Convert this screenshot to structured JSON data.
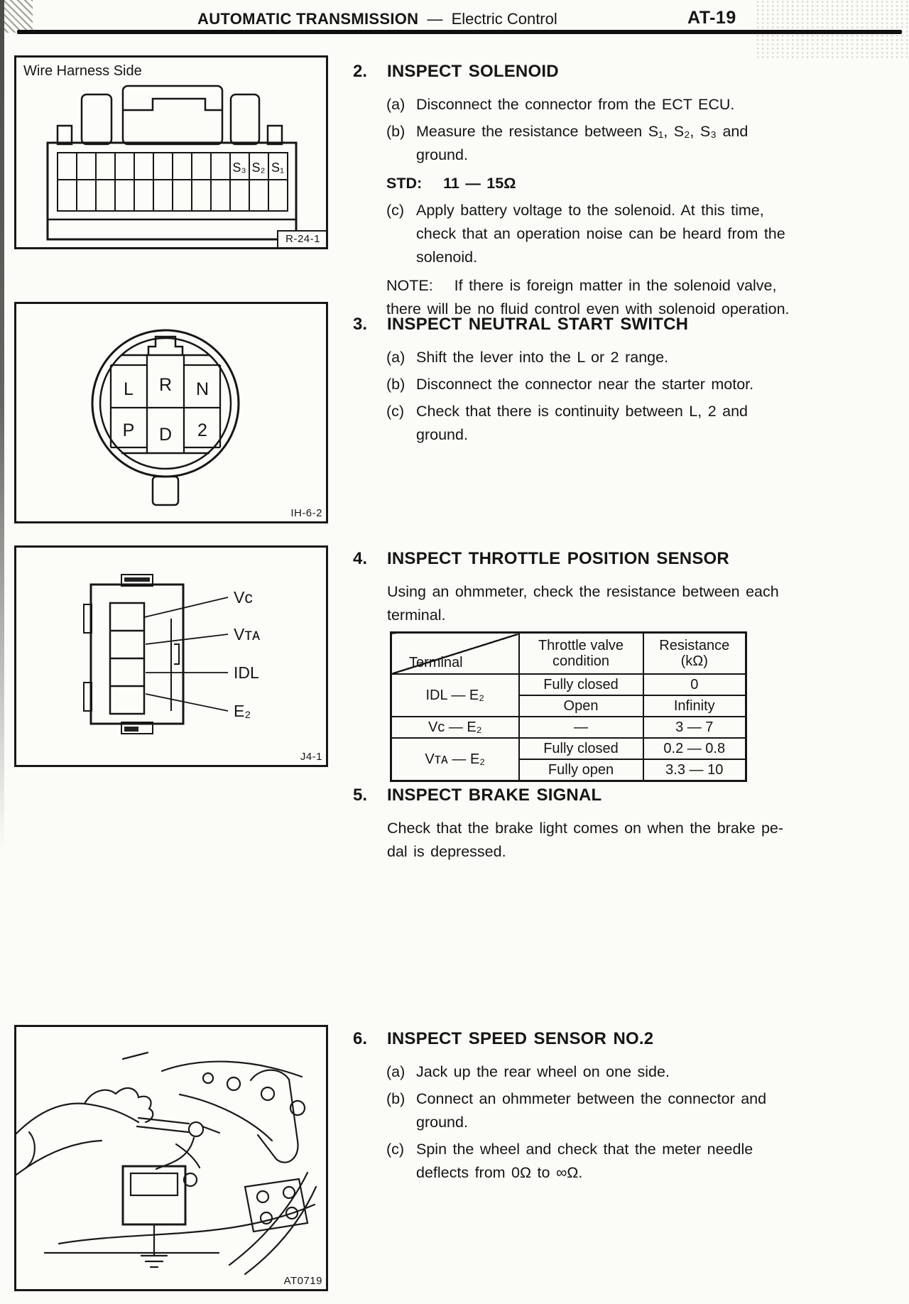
{
  "header": {
    "section_title": "AUTOMATIC TRANSMISSION",
    "separator": "—",
    "chapter": "Electric Control",
    "page_number": "AT-19"
  },
  "figures": {
    "solenoid_connector": {
      "label": "Wire Harness Side",
      "pins": [
        "S₃",
        "S₂",
        "S₁"
      ],
      "caption": "R-24-1"
    },
    "neutral_start_switch": {
      "positions": [
        "L",
        "R",
        "N",
        "P",
        "D",
        "2"
      ],
      "caption": "IH-6-2"
    },
    "throttle_position_sensor": {
      "pins": [
        "Vᴄ",
        "Vᴛᴀ",
        "IDL",
        "E₂"
      ],
      "caption": "J4-1"
    },
    "speed_sensor": {
      "caption": "AT0719"
    }
  },
  "sections": [
    {
      "number": "2.",
      "title": "INSPECT SOLENOID",
      "items": [
        {
          "marker": "(a)",
          "text": "Disconnect the connector from the ECT ECU."
        },
        {
          "marker": "(b)",
          "text": "Measure the resistance between S₁, S₂, S₃ and\nground."
        },
        {
          "spec": "STD: Ⅰ11 — 15Ω"
        },
        {
          "marker": "(c)",
          "text": "Apply battery voltage to the solenoid. At this time,\ncheck that an operation noise can be heard from the\nsolenoid."
        },
        {
          "note": "NOTE: ⅠIf there is foreign matter in the solenoid valve,\nthere will be no fluid control even with solenoid operation."
        }
      ]
    },
    {
      "number": "3.",
      "title": "INSPECT NEUTRAL START SWITCH",
      "items": [
        {
          "marker": "(a)",
          "text": "Shift the lever into the L or 2 range."
        },
        {
          "marker": "(b)",
          "text": "Disconnect the connector near the starter motor."
        },
        {
          "marker": "(c)",
          "text": "Check that there is continuity between L, 2 and\nground."
        }
      ]
    },
    {
      "number": "4.",
      "title": "INSPECT THROTTLE POSITION SENSOR",
      "intro": "Using an ohmmeter, check the resistance between each\nterminal.",
      "table": {
        "corner_label": "Terminal",
        "col_headers": [
          "Throttle valve\ncondition",
          "Resistance (kΩ)"
        ],
        "rows": [
          {
            "terminal": "IDL — E₂",
            "conditions": [
              "Fully closed",
              "Open"
            ],
            "values": [
              "0",
              "Infinity"
            ]
          },
          {
            "terminal": "Vᴄ — E₂",
            "conditions": [
              "—"
            ],
            "values": [
              "3 — 7"
            ]
          },
          {
            "terminal": "Vᴛᴀ — E₂",
            "conditions": [
              "Fully closed",
              "Fully open"
            ],
            "values": [
              "0.2 — 0.8",
              "3.3 — 10"
            ]
          }
        ]
      }
    },
    {
      "number": "5.",
      "title": "INSPECT BRAKE SIGNAL",
      "intro": "Check that the brake light comes on when the brake pe-\ndal is depressed."
    },
    {
      "number": "6.",
      "title": "INSPECT SPEED SENSOR NO.2",
      "items": [
        {
          "marker": "(a)",
          "text": "Jack up the rear wheel on one side."
        },
        {
          "marker": "(b)",
          "text": "Connect an ohmmeter between the connector and\nground."
        },
        {
          "marker": "(c)",
          "text": "Spin the wheel and check that the meter needle\ndeflects from 0Ω to ∞Ω."
        }
      ]
    }
  ]
}
